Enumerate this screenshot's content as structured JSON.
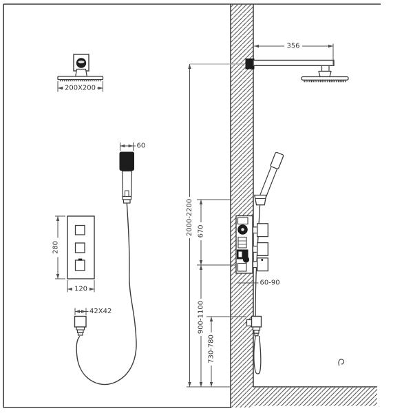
{
  "drawing": {
    "type": "shower-system-installation-diagram",
    "colors": {
      "line": "#3b3b3b",
      "dimension_line": "#4f4f4f",
      "dark_fill": "#1d1d1d",
      "background": "#ffffff"
    },
    "labels": {
      "overhead_shower_size": "200X200",
      "handshower_width": "60",
      "control_panel_height": "280",
      "control_panel_width": "120",
      "outlet_size": "42X42",
      "arm_length": "356",
      "installation_height": "2000-2200",
      "valve_to_holder": "670",
      "valve_height": "900-1100",
      "outlet_height": "730-780",
      "recess_depth": "60-90"
    }
  }
}
